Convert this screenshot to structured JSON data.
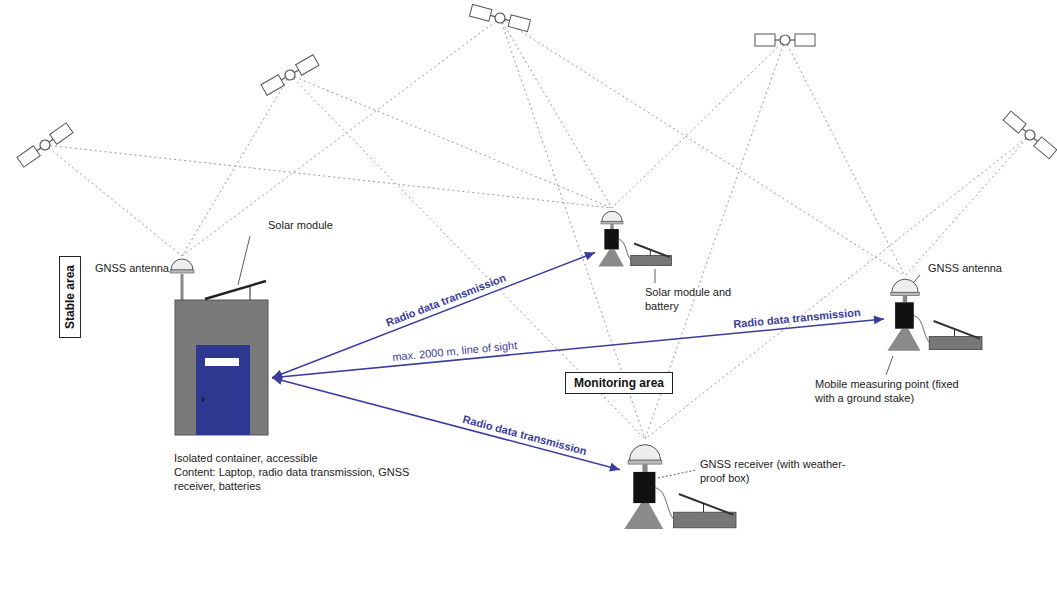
{
  "diagram": {
    "nodes": [
      {
        "text": [
          "Stable area"
        ]
      },
      {
        "text": [
          "GNSS antenna",
          "Solar module",
          "Isolated container, accessible",
          "Content: Laptop, radio data transmission, GNSS receiver, batteries"
        ],
        "in": 0
      },
      {
        "text": [
          "Monitoring area"
        ]
      },
      {
        "text": [
          "Solar module and battery"
        ],
        "in": 2
      },
      {
        "text": [
          "GNSS antenna",
          "Mobile measuring point (fixed with a ground stake)"
        ],
        "in": 2
      },
      {
        "text": [
          "GNSS receiver (with weather-proof box)"
        ],
        "in": 2
      }
    ],
    "edges": [
      {
        "from": 1,
        "to": 3,
        "arrow": "both",
        "label": "Radio data transmission"
      },
      {
        "from": 1,
        "to": 4,
        "arrow": "both",
        "label": "Radio data transmission"
      },
      {
        "from": 1,
        "to": 5,
        "arrow": "both",
        "label": "Radio data transmission"
      }
    ],
    "labels": [
      "max. 2000 m, line of sight"
    ]
  }
}
